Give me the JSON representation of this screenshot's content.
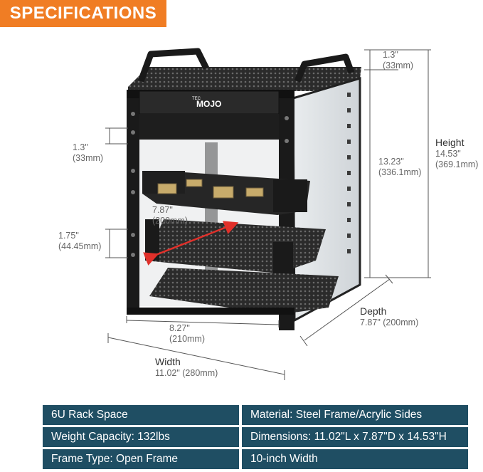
{
  "banner": {
    "label": "SPECIFICATIONS",
    "color": "#f07d24"
  },
  "brand": {
    "small": "TEC",
    "name": "MOJO"
  },
  "dimensions": {
    "top_gap": {
      "in": "1.3\"",
      "mm": "(33mm)"
    },
    "rack_unit": {
      "in": "1.3\"",
      "mm": "(33mm)"
    },
    "shelf_gap": {
      "in": "1.75\"",
      "mm": "(44.45mm)"
    },
    "shelf_depth": {
      "in": "7.87\"",
      "mm": "(200mm)"
    },
    "inner_height": {
      "in": "13.23\"",
      "mm": "(336.1mm)"
    },
    "height": {
      "label": "Height",
      "in": "14.53\"",
      "mm": "(369.1mm)"
    },
    "depth": {
      "label": "Depth",
      "value": "7.87\" (200mm)"
    },
    "inner_width": {
      "in": "8.27\"",
      "mm": "(210mm)"
    },
    "width": {
      "label": "Width",
      "value": "11.02\" (280mm)"
    }
  },
  "specs": {
    "cell_color": "#1f4e63",
    "rows": [
      {
        "left": "6U Rack Space",
        "right": "Material: Steel Frame/Acrylic Sides"
      },
      {
        "left": "Weight Capacity: 132lbs",
        "right": "Dimensions: 11.02\"L x 7.87\"D x 14.53\"H"
      },
      {
        "left": "Frame Type: Open Frame",
        "right": "10-inch Width"
      }
    ]
  }
}
